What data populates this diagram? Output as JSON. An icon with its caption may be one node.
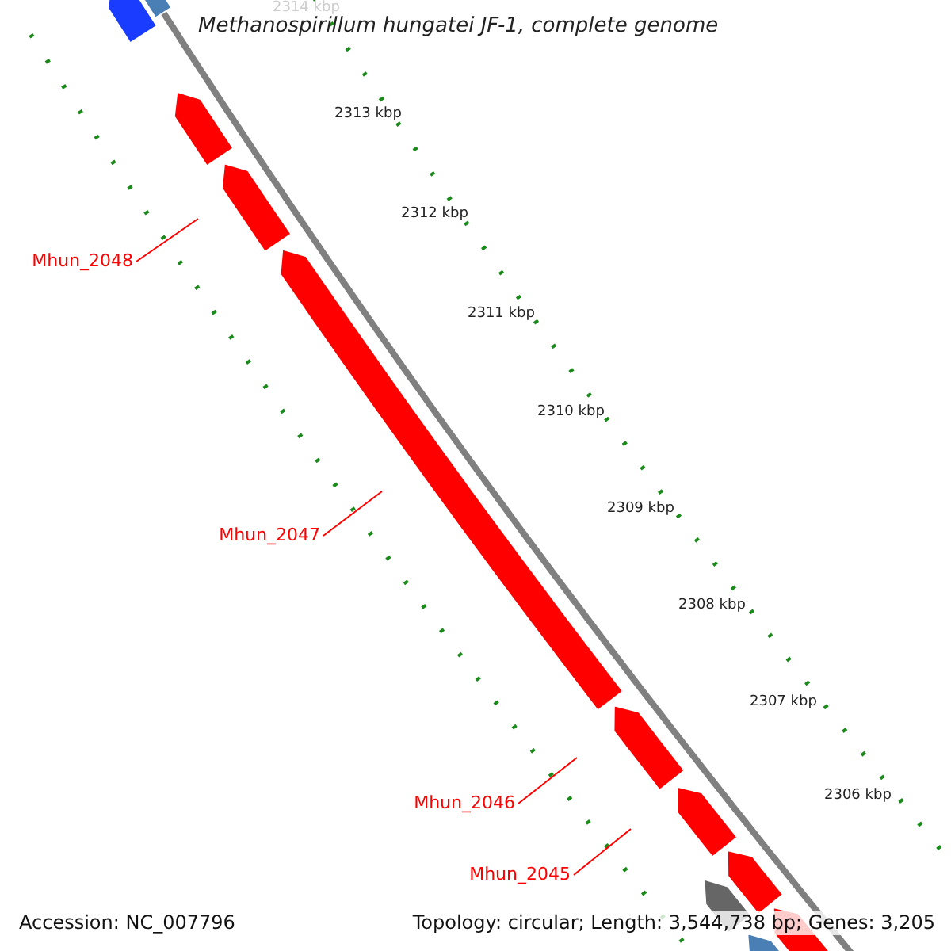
{
  "diagram": {
    "title": "Methanospirillum hungatei JF-1, complete genome",
    "nodes": [
      {
        "text": [
          "Mhun_2048"
        ]
      },
      {
        "text": [
          "Mhun_2047"
        ]
      },
      {
        "text": [
          "Mhun_2046"
        ]
      },
      {
        "text": [
          "Mhun_2045"
        ]
      }
    ],
    "edges": [
      {
        "from": 0,
        "to": null,
        "arrow": "none"
      },
      {
        "from": 1,
        "to": null,
        "arrow": "none"
      },
      {
        "from": 2,
        "to": null,
        "arrow": "none"
      },
      {
        "from": 3,
        "to": null,
        "arrow": "none"
      }
    ],
    "labels": [
      "2314 kbp",
      "2313 kbp",
      "2312 kbp",
      "2311 kbp",
      "2310 kbp",
      "2309 kbp",
      "2308 kbp",
      "2307 kbp",
      "2306 kbp",
      "Accession: NC_007796",
      "Topology: circular; Length: 3,544,738 bp; Genes: 3,205"
    ]
  }
}
